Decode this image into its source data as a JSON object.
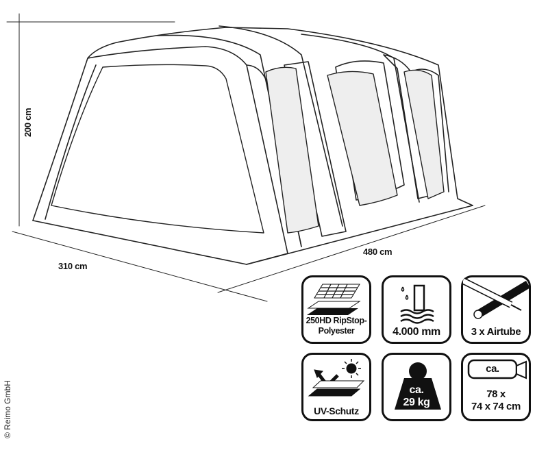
{
  "dimensions": {
    "height": "200 cm",
    "depth": "310 cm",
    "length": "480 cm"
  },
  "copyright": "© Reimo GmbH",
  "features": [
    {
      "icon": "fabric-layers-icon",
      "line1": "250HD RipStop-",
      "line2": "Polyester"
    },
    {
      "icon": "water-column-icon",
      "line1": "4.000 mm"
    },
    {
      "icon": "airtube-icon",
      "line1": "3 x Airtube"
    },
    {
      "icon": "uv-protection-icon",
      "line1": "UV-Schutz"
    },
    {
      "icon": "weight-icon",
      "line1": "ca.",
      "line2": "29 kg"
    },
    {
      "icon": "pack-size-icon",
      "line1": "ca.",
      "line2": "78 x",
      "line3": "74 x 74 cm"
    }
  ]
}
